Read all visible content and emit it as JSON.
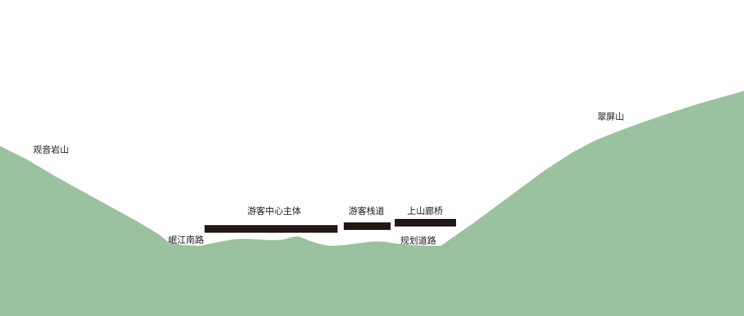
{
  "colors": {
    "background": "#ffffff",
    "terrain": "#9ac29e",
    "structure": "#231815",
    "text": "#1a1a1a"
  },
  "labels": {
    "guanyinyan_mountain": "观音岩山",
    "cuiping_mountain": "翠屏山",
    "minjiang_south_road": "岷江南路",
    "planned_road": "规划道路",
    "visitor_center_main": "游客中心主体",
    "visitor_plankway": "游客栈道",
    "mountain_corridor_bridge": "上山廊桥"
  }
}
